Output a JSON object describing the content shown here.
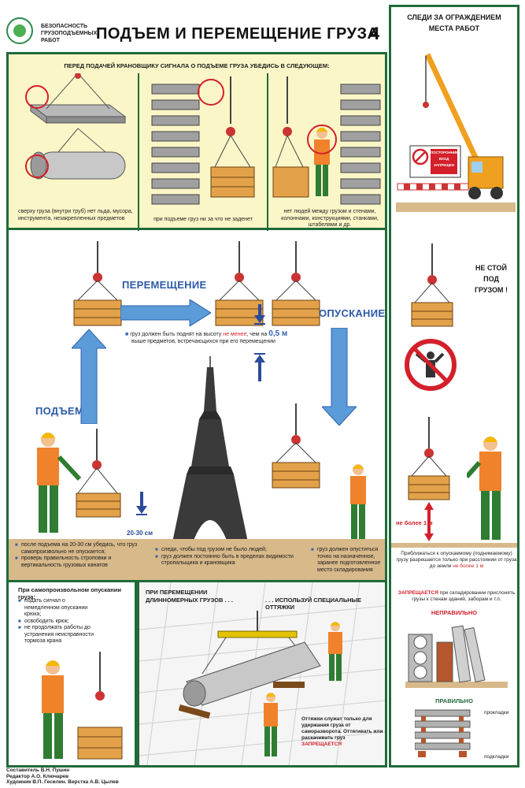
{
  "header": {
    "series_line1": "БЕЗОПАСНОСТЬ",
    "series_line2": "ГРУЗОПОДЪЕМНЫХ",
    "series_line3": "РАБОТ",
    "title": "ПОДЪЕМ И ПЕРЕМЕЩЕНИЕ ГРУЗА",
    "number": "4"
  },
  "top_panel": {
    "heading": "ПЕРЕД ПОДАЧЕЙ КРАНОВЩИКУ СИГНАЛА О ПОДЪЕМЕ ГРУЗА УБЕДИСЬ В СЛЕДУЮЩЕМ:",
    "caption1": "сверху груза (внутри труб) нет льда, мусора, инструмента, незакрепленных предметов",
    "caption2": "при подъеме груз ни за что не заденет",
    "caption3": "нет людей между грузом и стенами, колоннами, конструкциями, станками, штабелями и др."
  },
  "middle_panel": {
    "label_move": "ПЕРЕМЕЩЕНИЕ",
    "label_lower": "ОПУСКАНИЕ",
    "label_lift": "ПОДЪЕМ",
    "height_note_prefix": "груз должен быть поднят на высоту",
    "height_note_red": "не менее",
    "height_note_mid": ", чем на",
    "height_value": "0,5 м",
    "height_note_suffix": "выше предметов, встречающихся при его перемещении",
    "gap_label": "20-30 см",
    "col1": [
      "после подъема на 20-30 см убедись, что груз самопроизвольно не опускается;",
      "проверь правильность строповки и вертикальность грузовых канатов"
    ],
    "col2": [
      "следи, чтобы под грузом не было людей;",
      "груз должен постоянно быть в пределах видимости стропальщика и крановщика"
    ],
    "col3": [
      "груз должен опуститься точно на назначенное, заранее подготовленное место складирования"
    ]
  },
  "bottom_left": {
    "heading": "При самопроизвольном опускании груза:",
    "items": [
      "подать сигнал о немедленном опускании крюка;",
      "освободить крюк;",
      "не продолжать работы до устранения неисправности тормоза крана"
    ]
  },
  "bottom_mid": {
    "heading1": "ПРИ ПЕРЕМЕЩЕНИИ",
    "heading2": "ДЛИННОМЕРНЫХ ГРУЗОВ . . .",
    "heading3": ". . . ИСПОЛЬЗУЙ СПЕЦИАЛЬНЫЕ ОТТЯЖКИ",
    "note1": "Оттяжки служат только для удержания груза от саморазворота.",
    "note2": "Оттягивать или раскачивать груз",
    "note_red": "ЗАПРЕЩАЕТСЯ"
  },
  "right_column": {
    "heading1": "СЛЕДИ ЗА ОГРАЖДЕНИЕМ",
    "heading2": "МЕСТА РАБОТ",
    "sign_line1": "ПОСТОРОННИМ",
    "sign_line2": "ВХОД",
    "sign_line3": "ЗАПРЕЩЕН",
    "warn1": "НЕ СТОЙ",
    "warn2": "ПОД",
    "warn3": "ГРУЗОМ !",
    "limit_label": "не более 1 м",
    "approach_text": "Приближаться к опускаемому (поднимаемому) грузу разрешается только при расстоянии от груза до земли",
    "approach_red": "не более 1 м",
    "storage_red": "ЗАПРЕЩАЕТСЯ",
    "storage_text": "при складировании прислонять грузы к стенам зданий, заборам и т.п.",
    "wrong_label": "НЕПРАВИЛЬНО",
    "right_label": "ПРАВИЛЬНО",
    "label_spacers": "прокладки",
    "label_pads": "подкладки"
  },
  "credits": {
    "line1": "Составитель В.Н. Пушин",
    "line2": "Редактор А.О. Ключарев",
    "line3": "Художник В.П. Гесилин. Верстка А.В. Цылев"
  },
  "colors": {
    "frame_green": "#1f6b3a",
    "panel_yellow": "#fbf6c7",
    "arrow_blue": "#5b9bd8",
    "accent_red": "#d3202a",
    "crane_orange": "#f0a020"
  }
}
